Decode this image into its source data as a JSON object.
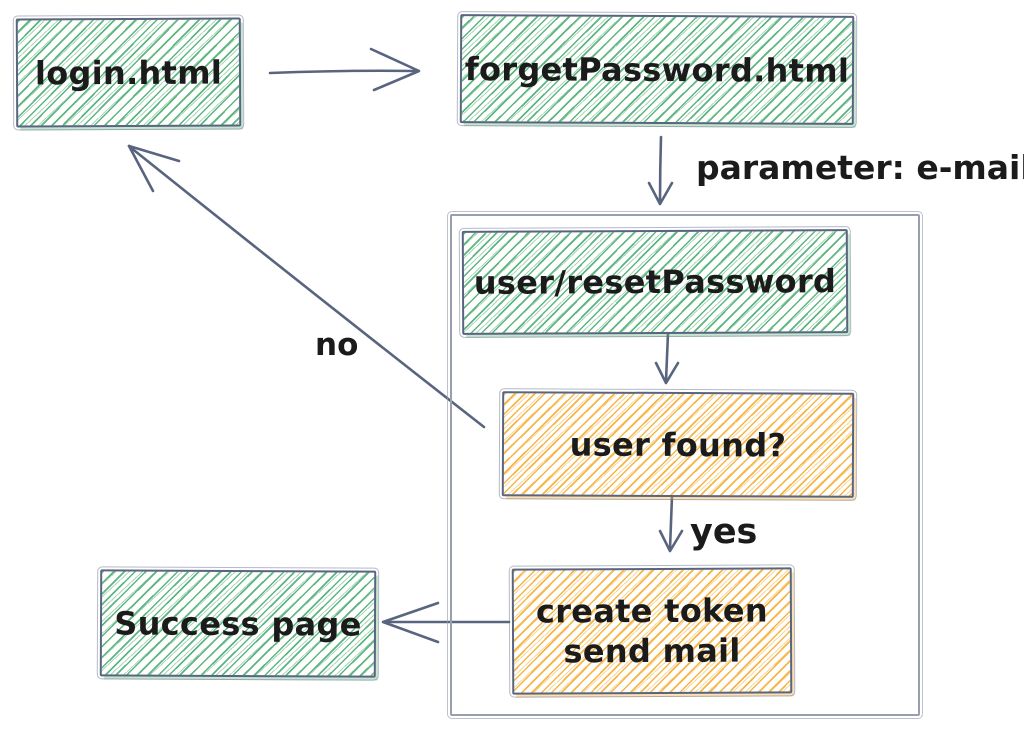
{
  "diagram": {
    "type": "flowchart",
    "style": "hand-drawn",
    "colors": {
      "stroke": "#59647e",
      "container_stroke": "#98a0af",
      "green_hatch": "#5eb67e",
      "orange_hatch": "#f6b545",
      "text": "#1b1b1b",
      "background": "#ffffff"
    },
    "nodes": [
      {
        "id": "login",
        "label": "login.html",
        "fill": "green"
      },
      {
        "id": "forget-password",
        "label": "forgetPassword.html",
        "fill": "green"
      },
      {
        "id": "reset-password",
        "label": "user/resetPassword",
        "fill": "green"
      },
      {
        "id": "user-found",
        "label": "user found?",
        "fill": "orange"
      },
      {
        "id": "create-token",
        "lines": [
          "create token",
          "send mail"
        ],
        "fill": "orange"
      },
      {
        "id": "success-page",
        "label": "Success page",
        "fill": "green"
      }
    ],
    "edges": [
      {
        "from": "login",
        "to": "forget-password",
        "label": ""
      },
      {
        "from": "forget-password",
        "to": "reset-password",
        "label": "parameter: e-mail"
      },
      {
        "from": "reset-password",
        "to": "user-found",
        "label": ""
      },
      {
        "from": "user-found",
        "to": "create-token",
        "label": "yes"
      },
      {
        "from": "user-found",
        "to": "login",
        "label": "no"
      },
      {
        "from": "create-token",
        "to": "success-page",
        "label": ""
      }
    ]
  }
}
